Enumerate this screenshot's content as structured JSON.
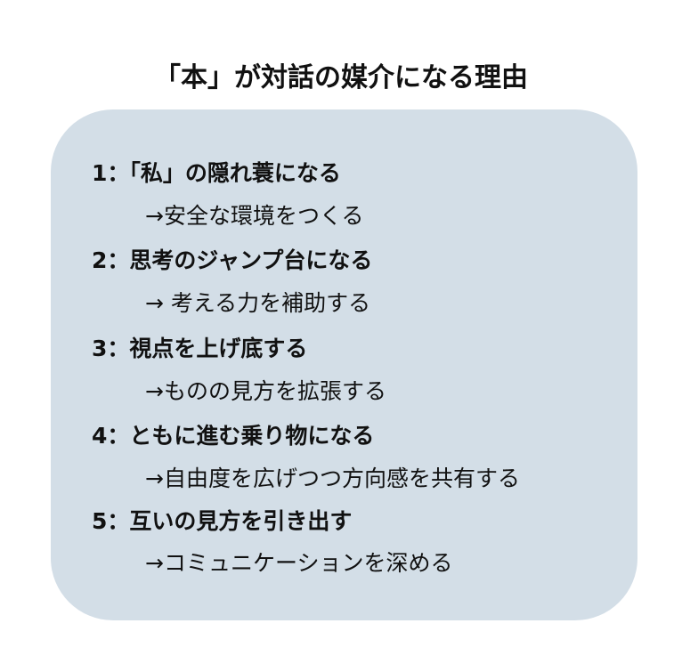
{
  "title": "「本」が対話の媒介になる理由",
  "card_color": "#d3dee7",
  "items": [
    {
      "heading": "1：「私」の隠れ蓑になる",
      "detail": "→安全な環境をつくる"
    },
    {
      "heading": "2：思考のジャンプ台になる",
      "detail": "→ 考える力を補助する"
    },
    {
      "heading": "3：視点を上げ底する",
      "detail": "→ものの見方を拡張する"
    },
    {
      "heading": "4：ともに進む乗り物になる",
      "detail": "→自由度を広げつつ方向感を共有する"
    },
    {
      "heading": "5：互いの見方を引き出す",
      "detail": "→コミュニケーションを深める"
    }
  ]
}
